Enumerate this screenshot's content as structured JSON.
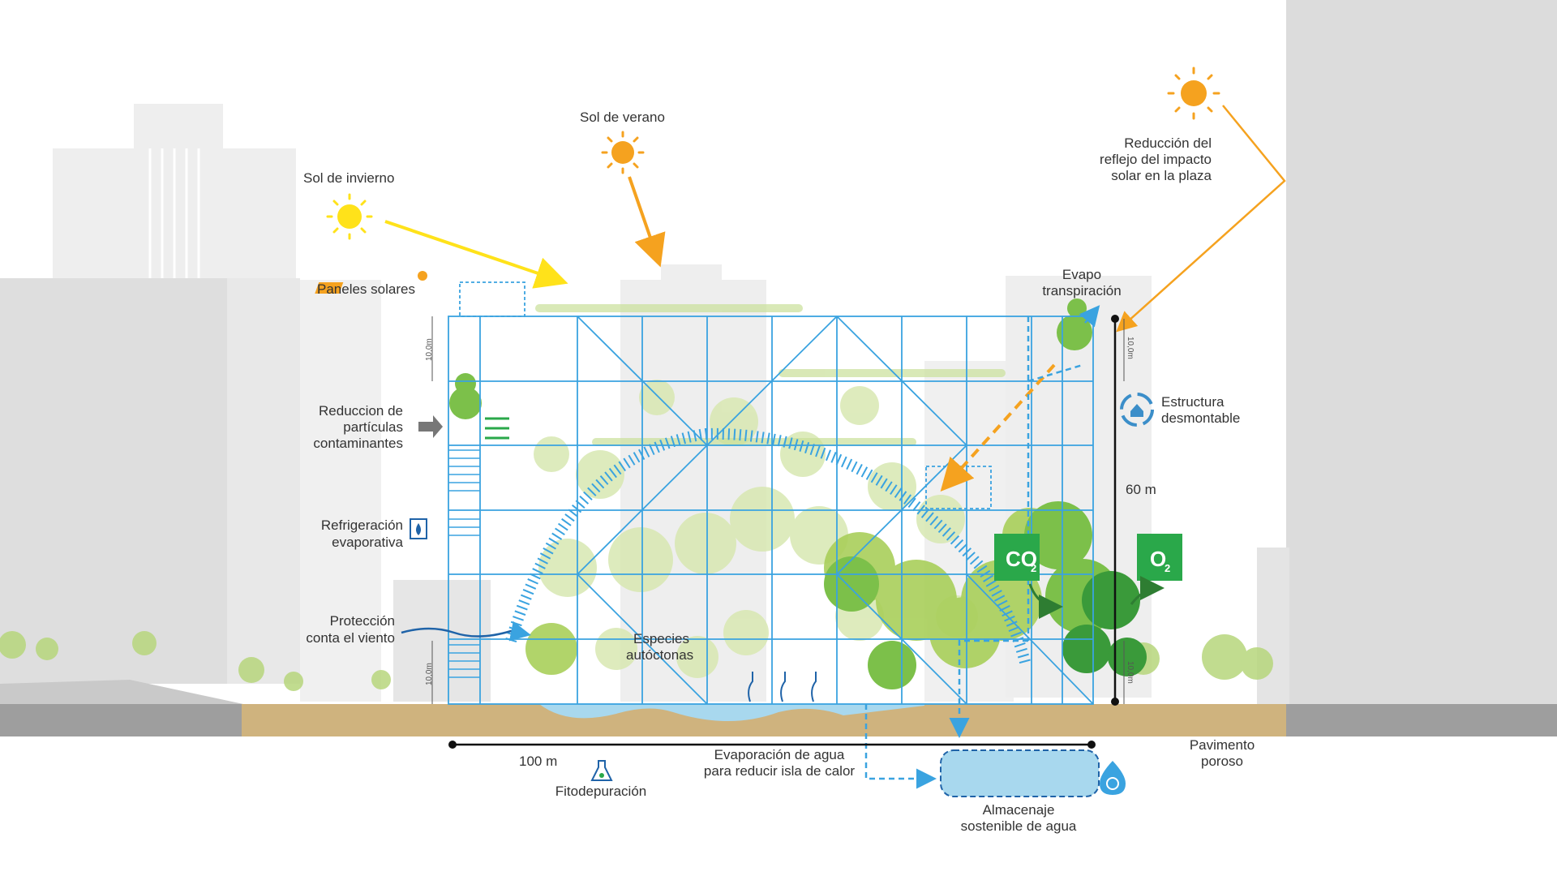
{
  "labels": {
    "sol_invierno": "Sol de invierno",
    "sol_verano": "Sol de verano",
    "reduccion_reflejo": [
      "Reducción del",
      "reflejo del impacto",
      "solar en la plaza"
    ],
    "paneles_solares": "Paneles solares",
    "reduccion_particulas": [
      "Reduccion de",
      "partículas",
      "contaminantes"
    ],
    "refrigeracion": [
      "Refrigeración",
      "evaporativa"
    ],
    "proteccion_viento": [
      "Protección",
      "conta el viento"
    ],
    "especies": [
      "Especies",
      "autóctonas"
    ],
    "evapotranspiracion": [
      "Evapo",
      "transpiración"
    ],
    "estructura": [
      "Estructura",
      "desmontable"
    ],
    "altura": "60 m",
    "ancho": "100 m",
    "modulo_top": "10,0m",
    "modulo_bottom": "10,0m",
    "modulo_right_top": "10,0m",
    "modulo_right_bottom": "10,0m",
    "evaporacion": [
      "Evaporación de agua",
      "para reducir isla de calor"
    ],
    "fitodepuracion": "Fitodepuración",
    "almacenaje": [
      "Almacenaje",
      "sostenible de agua"
    ],
    "pavimento": [
      "Pavimento",
      "poroso"
    ],
    "co2": "CO",
    "co2_sub": "2",
    "o2": "O",
    "o2_sub": "2"
  },
  "colors": {
    "structure": "#3aa3e0",
    "sun_yellow": "#ffe21a",
    "sun_orange": "#f5a21f",
    "green_badge": "#2aa84a",
    "ground": "#cfb37e",
    "water": "#a8d8ee",
    "buildings": "#e6e6e6"
  },
  "icons": [
    "sun-winter-icon",
    "sun-summer-icon",
    "sun-reflection-icon",
    "solar-panel-icon",
    "water-drop-icon",
    "recycle-structure-icon",
    "flask-icon",
    "water-cycle-icon"
  ]
}
